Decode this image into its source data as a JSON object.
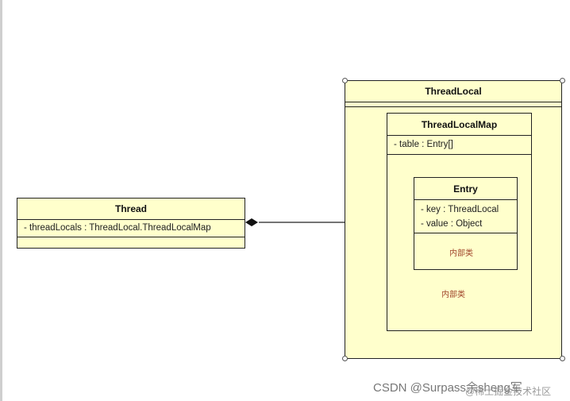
{
  "thread": {
    "title": "Thread",
    "fields": [
      "- threadLocals : ThreadLocal.ThreadLocalMap"
    ]
  },
  "thread_local": {
    "title": "ThreadLocal"
  },
  "thread_local_map": {
    "title": "ThreadLocalMap",
    "fields": [
      "- table : Entry[]"
    ],
    "note": "内部类"
  },
  "entry": {
    "title": "Entry",
    "fields": [
      "- key : ThreadLocal",
      "- value : Object"
    ],
    "note": "内部类"
  },
  "watermark": {
    "line1": "CSDN @Surpass余sheng军",
    "line2": "@稀土掘金技术社区"
  }
}
